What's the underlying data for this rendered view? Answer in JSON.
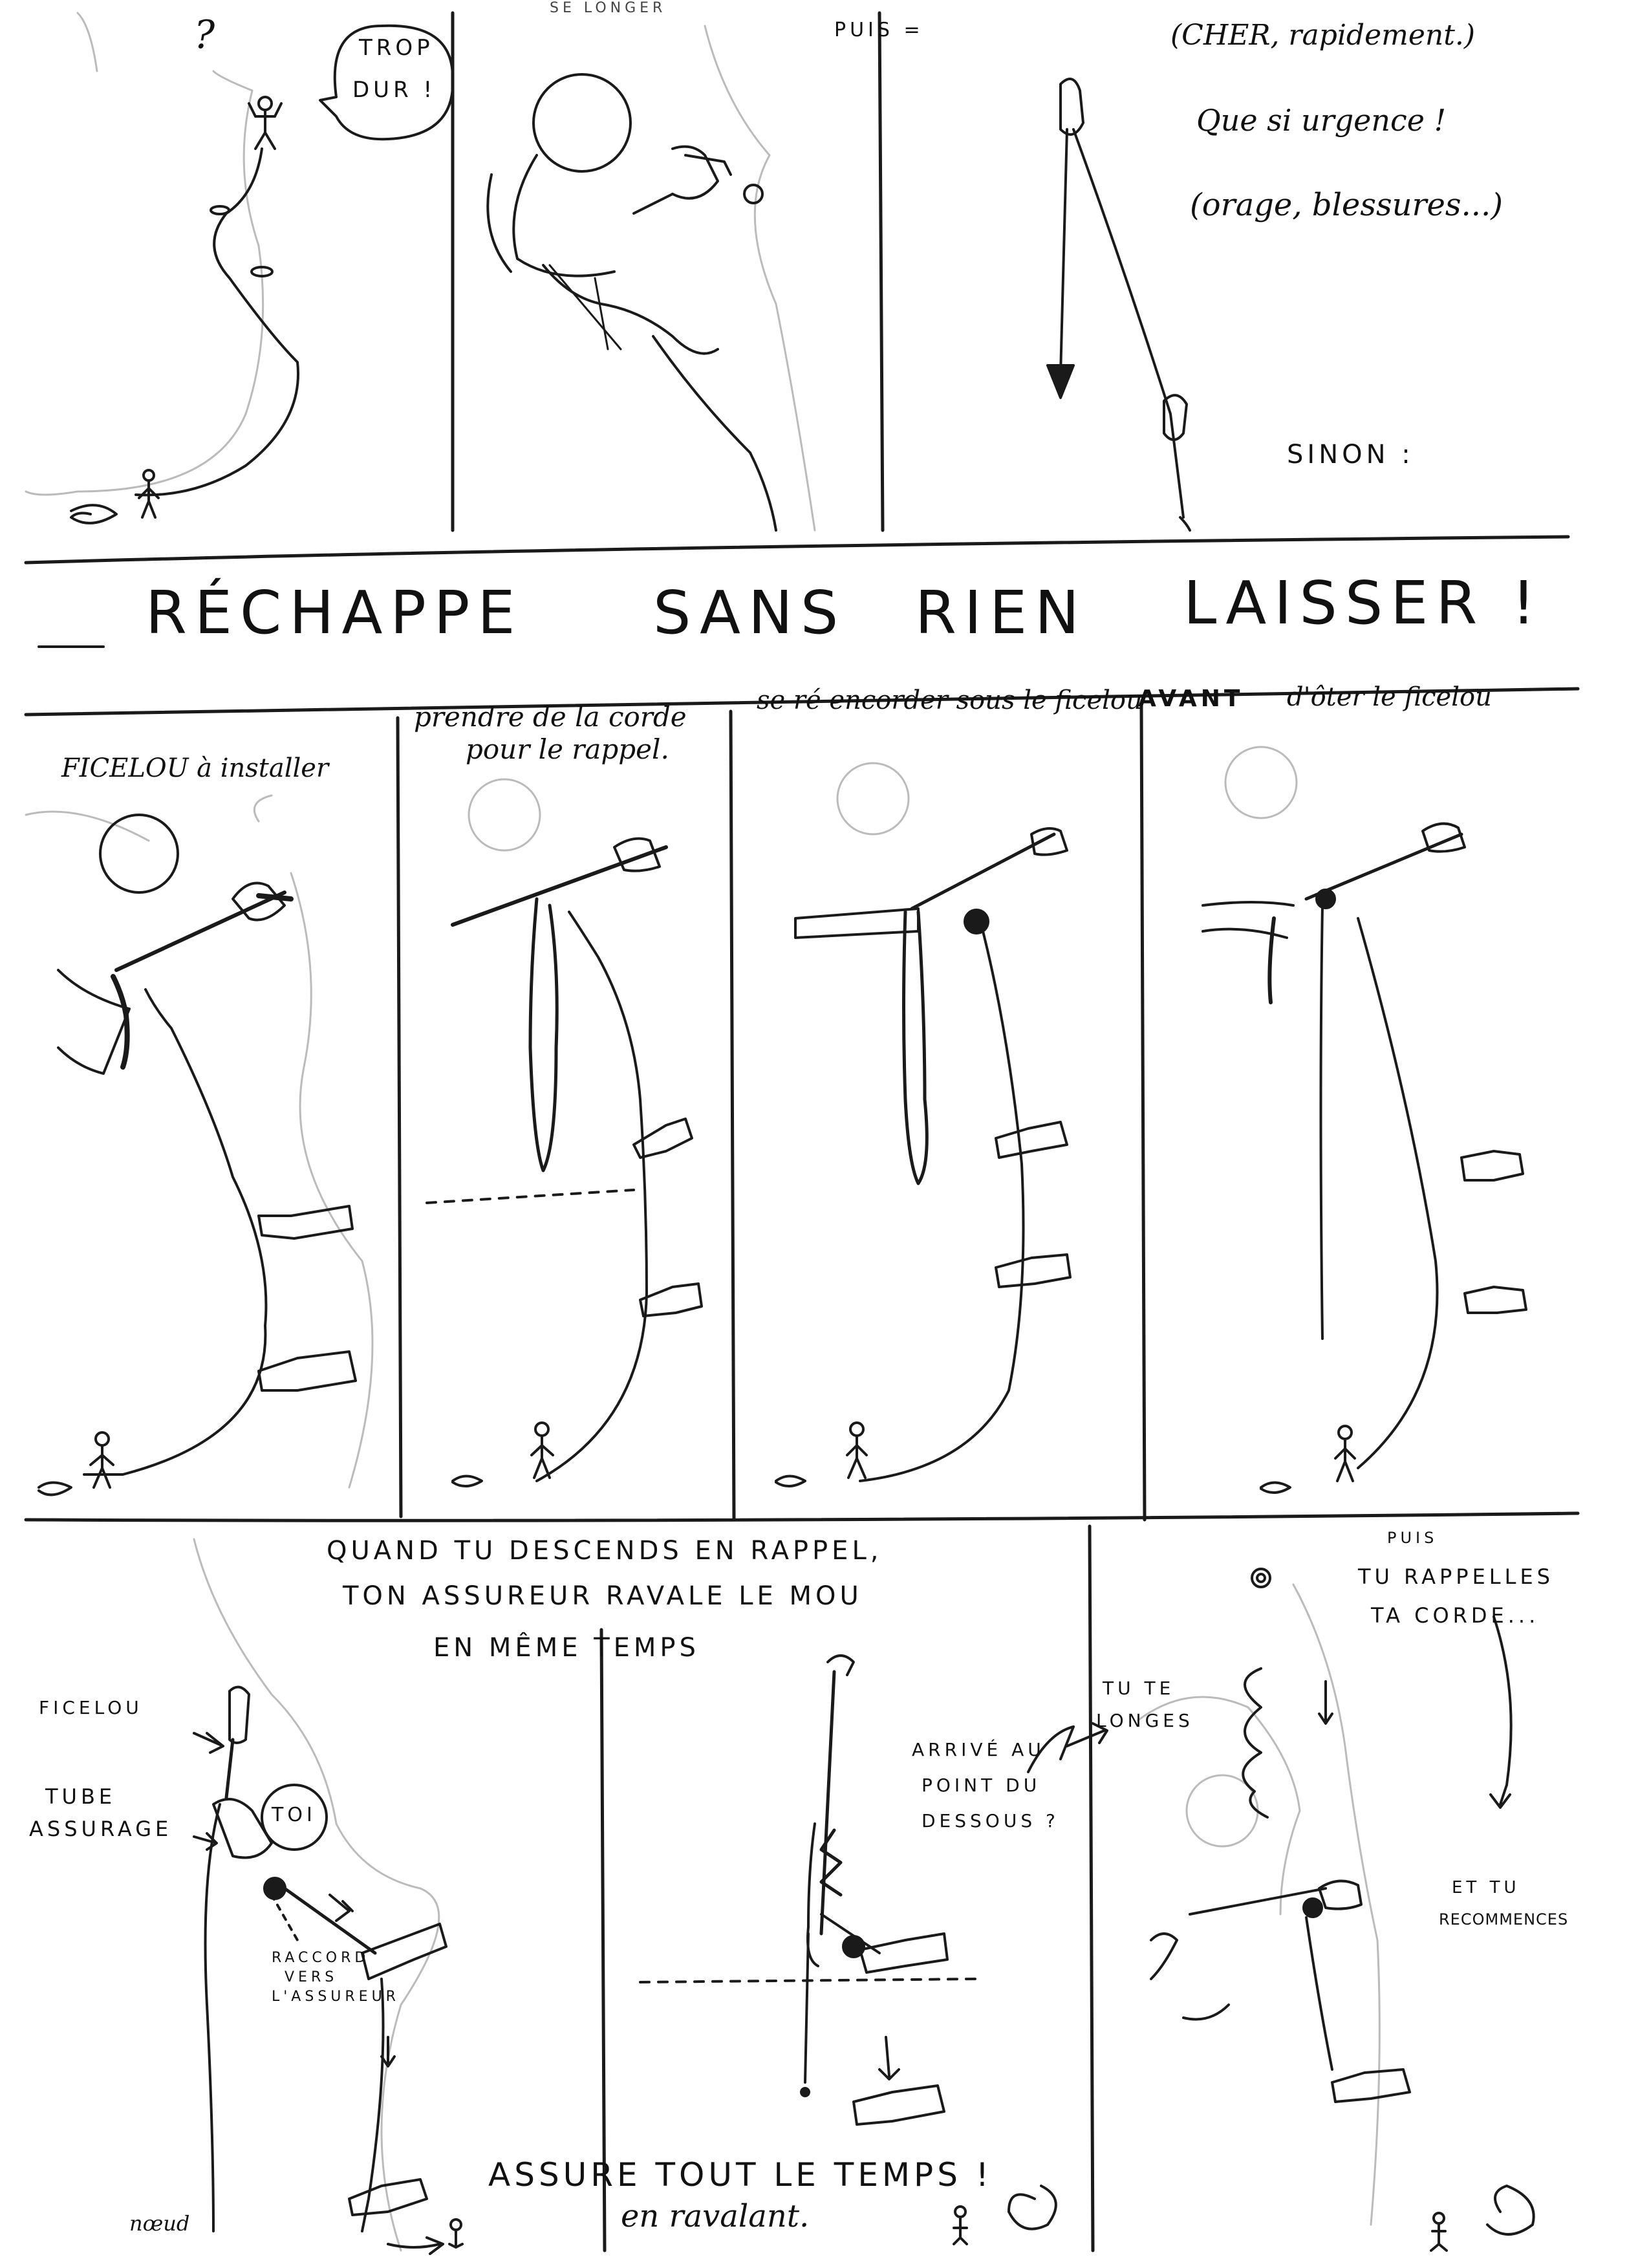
{
  "row1": {
    "top_left_fragment": "?",
    "speech_bubble": [
      "TROP",
      "DUR !"
    ],
    "top_middle_fragment": "SE LONGER",
    "puis_label": "PUIS =",
    "note_lines": [
      "(CHER, rapidement.)",
      "Que si urgence !",
      "(orage, blessures...)"
    ],
    "sinon_label": "SINON :"
  },
  "section_title": {
    "words": [
      "RÉCHAPPE",
      "SANS",
      "RIEN",
      "LAISSER !"
    ]
  },
  "row2": {
    "panel1_caption": "FICELOU à installer",
    "panel2_caption": [
      "prendre de la corde",
      "pour le rappel."
    ],
    "panel34_caption_a": "se ré encorder sous le ficelou",
    "panel34_caption_b": "AVANT",
    "panel34_caption_c": "d'ôter le ficelou"
  },
  "row3": {
    "header_lines": [
      "QUAND TU DESCENDS EN RAPPEL,",
      "TON ASSUREUR RAVALE LE MOU",
      "EN MÊME TEMPS"
    ],
    "label_ficelou": "FICELOU",
    "label_tube": [
      "TUBE",
      "ASSURAGE"
    ],
    "label_toi": "TOI",
    "label_raccord": [
      "RACCORD",
      "VERS",
      "L'ASSUREUR"
    ],
    "label_noeud": "nœud",
    "label_arrive": [
      "ARRIVÉ AU",
      "POINT DU",
      "DESSOUS ?"
    ],
    "label_tu_te": [
      "TU TE",
      "LONGES"
    ],
    "label_puis": "PUIS",
    "label_rappelles": [
      "TU RAPPELLES",
      "TA CORDE..."
    ],
    "label_recommences": [
      "ET TU",
      "RECOMMENCES"
    ],
    "footer_main": "ASSURE TOUT LE TEMPS !",
    "footer_sub": "en ravalant."
  }
}
